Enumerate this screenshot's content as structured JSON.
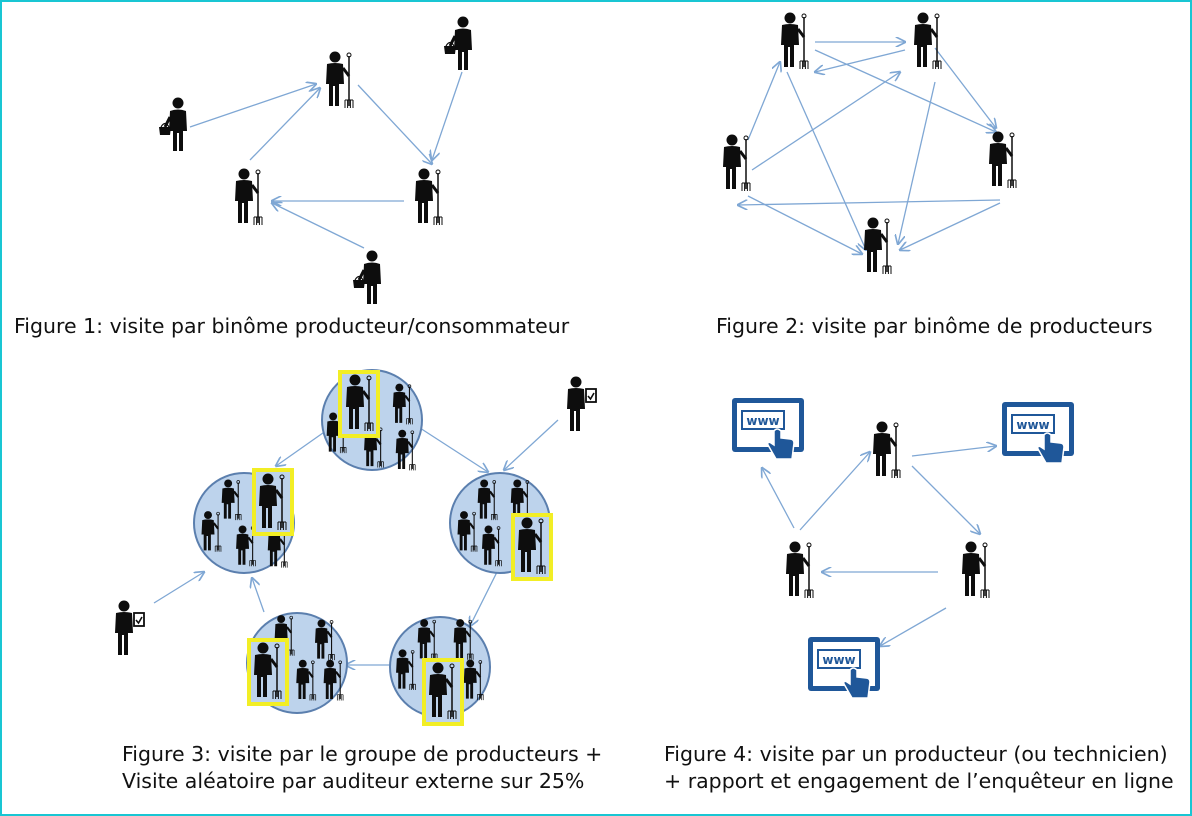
{
  "colors": {
    "border": "#19c6d3",
    "arrow": "#7fa7d4",
    "group_fill": "#bdd3ec",
    "group_stroke": "#5b7fae",
    "highlight": "#f2ee25",
    "web_blue": "#1f5799",
    "figure_black": "#0d0d0d"
  },
  "icons": {
    "producer": "farmer-with-pitchfork-icon",
    "consumer": "person-with-basket-icon",
    "auditor": "person-with-clipboard-icon",
    "web": "web-tablet-touch-icon"
  },
  "figures": [
    {
      "id": "figure-1",
      "caption_lines": [
        "Figure 1: visite par binôme producteur/consommateur"
      ]
    },
    {
      "id": "figure-2",
      "caption_lines": [
        "Figure 2: visite par binôme de producteurs"
      ]
    },
    {
      "id": "figure-3",
      "caption_lines": [
        "Figure 3: visite par le groupe de producteurs +",
        "Visite aléatoire par auditeur externe sur 25%"
      ]
    },
    {
      "id": "figure-4",
      "caption_lines": [
        "Figure 4: visite par un producteur (ou technicien)",
        "+ rapport et engagement de l’enquêteur en ligne"
      ]
    }
  ],
  "web_label": "WWW"
}
